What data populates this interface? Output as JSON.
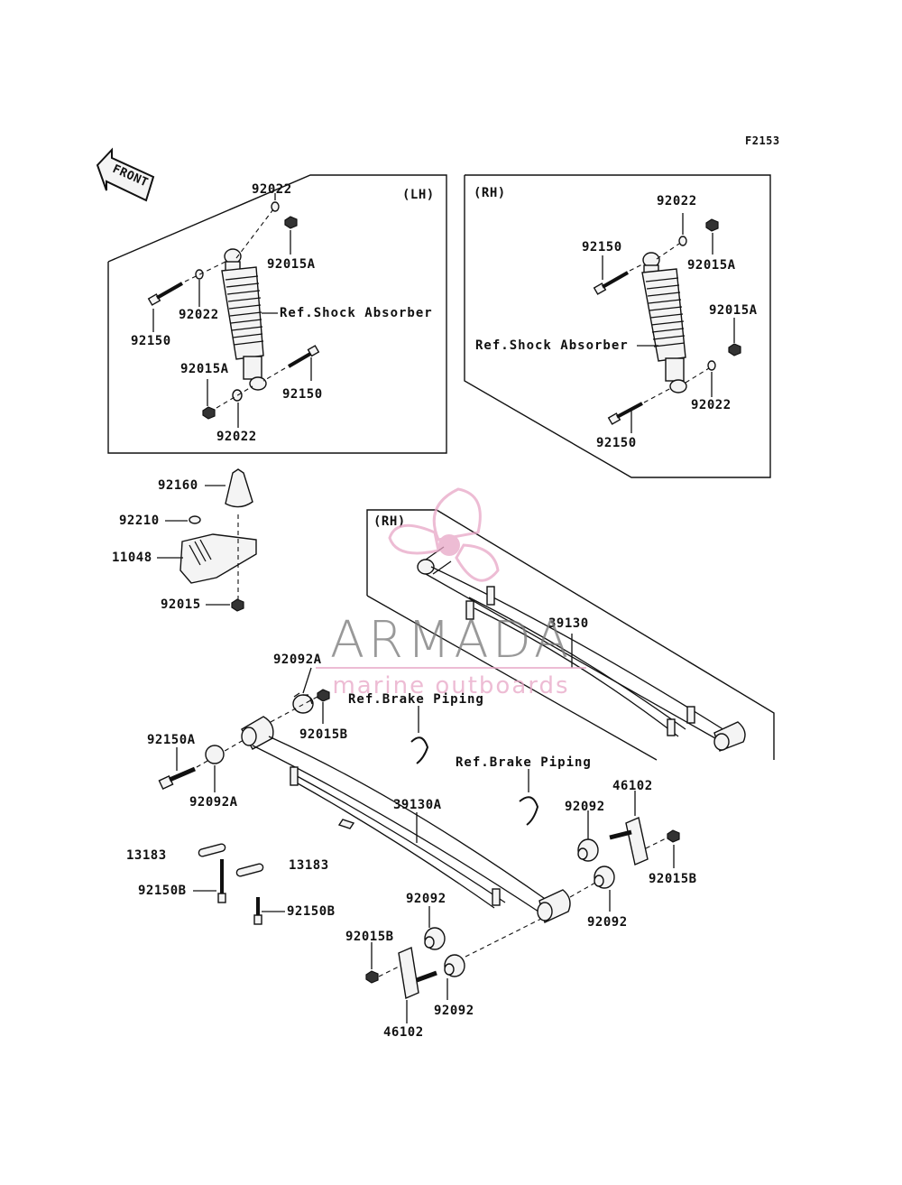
{
  "figure_code": "F2153",
  "front_arrow_label": "FRONT",
  "lh_box": {
    "side_label": "(LH)",
    "ref_label": "Ref.Shock Absorber",
    "parts": {
      "washer_top": "92022",
      "nut_top": "92015A",
      "washer_upper_bolt": "92022",
      "bolt_upper": "92150",
      "nut_lower": "92015A",
      "bolt_lower": "92150",
      "washer_lower": "92022"
    }
  },
  "rh_box": {
    "side_label": "(RH)",
    "ref_label": "Ref.Shock Absorber",
    "parts": {
      "washer_top": "92022",
      "bolt_upper": "92150",
      "nut_top": "92015A",
      "nut_lower": "92015A",
      "washer_lower": "92022",
      "bolt_lower": "92150"
    }
  },
  "bump_stop": {
    "stopper": "92160",
    "washer": "92210",
    "bracket": "11048",
    "nut": "92015"
  },
  "rh_spring_box": {
    "side_label": "(RH)",
    "spring": "39130"
  },
  "lh_spring": {
    "bushing_front": "92092A",
    "nut_front": "92015B",
    "bolt_front": "92150A",
    "bushing_front_lower": "92092A",
    "spring": "39130A",
    "clip_a": "13183",
    "clip_b": "13183",
    "bolt_clip_a": "92150B",
    "bolt_clip_b": "92150B",
    "ref_brake_1": "Ref.Brake Piping",
    "ref_brake_2": "Ref.Brake Piping",
    "rear_bushing_1": "92092",
    "shackle_right": "46102",
    "nut_shackle_right": "92015B",
    "rear_bushing_2": "92092",
    "rear_bushing_3": "92092",
    "nut_shackle_left": "92015B",
    "rear_bushing_4": "92092",
    "shackle_left": "46102"
  },
  "watermark": {
    "brand": "ARMADA",
    "tagline": "marine outboards",
    "color": "#e8a6c6"
  }
}
